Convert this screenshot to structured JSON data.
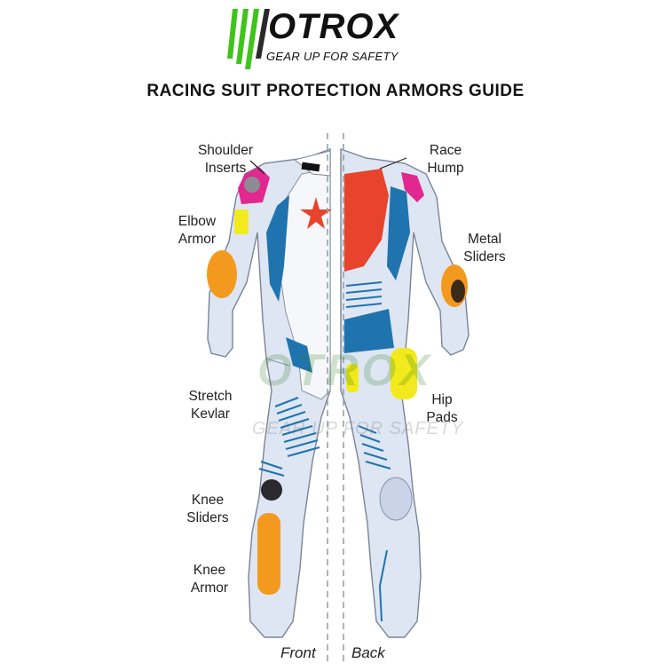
{
  "brand": {
    "name": "OTROX",
    "tagline": "GEAR UP FOR SAFETY",
    "accent_color": "#3fc41a"
  },
  "title": "RACING SUIT PROTECTION ARMORS GUIDE",
  "watermark": {
    "name": "OTROX",
    "tagline": "GEAR UP FOR SAFETY"
  },
  "labels": {
    "shoulder_inserts": [
      "Shoulder",
      "Inserts"
    ],
    "elbow_armor": [
      "Elbow",
      "Armor"
    ],
    "stretch_kevlar": [
      "Stretch",
      "Kevlar"
    ],
    "knee_sliders": [
      "Knee",
      "Sliders"
    ],
    "knee_armor": [
      "Knee",
      "Armor"
    ],
    "race_hump": [
      "Race",
      "Hump"
    ],
    "metal_sliders": [
      "Metal",
      "Sliders"
    ],
    "hip_pads": [
      "Hip",
      "Pads"
    ]
  },
  "footer": {
    "front": "Front",
    "back": "Back"
  },
  "colors": {
    "suit_base": "#dfe6f3",
    "suit_panel": "#f6f7fa",
    "blue": "#1f74b0",
    "pink": "#e0288f",
    "red": "#e8432c",
    "yellow": "#f2ea1c",
    "orange": "#f39a1e"
  }
}
